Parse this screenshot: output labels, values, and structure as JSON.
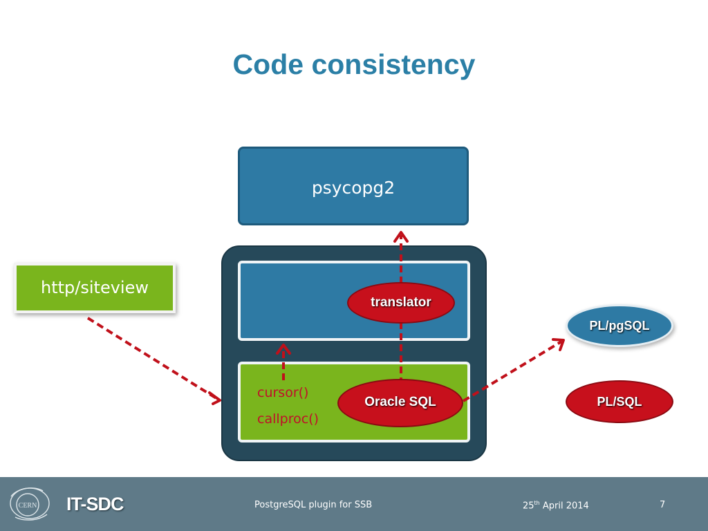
{
  "slide": {
    "title": "Code consistency"
  },
  "diagram": {
    "psycopg_label": "psycopg2",
    "http_label": "http/siteview",
    "translator_label": "translator",
    "oracle_label": "Oracle SQL",
    "cursor_label": "cursor()",
    "callproc_label": "callproc()",
    "plpgsql_label": "PL/pgSQL",
    "plsql_label": "PL/SQL"
  },
  "footer": {
    "brand": "IT-SDC",
    "logo_text": "CERN",
    "presentation_title": "PostgreSQL plugin for SSB",
    "date_day": "25",
    "date_suffix": "th",
    "date_rest": " April 2014",
    "page_number": "7"
  },
  "colors": {
    "title": "#2b7fa6",
    "blue_box": "#2e7aa4",
    "dark_container": "#26495a",
    "green": "#7ab51d",
    "red": "#c7101c",
    "footer_bg": "#5f7a88",
    "arrow": "#c0101a"
  },
  "icons": {
    "logo": "cern-logo-icon"
  }
}
